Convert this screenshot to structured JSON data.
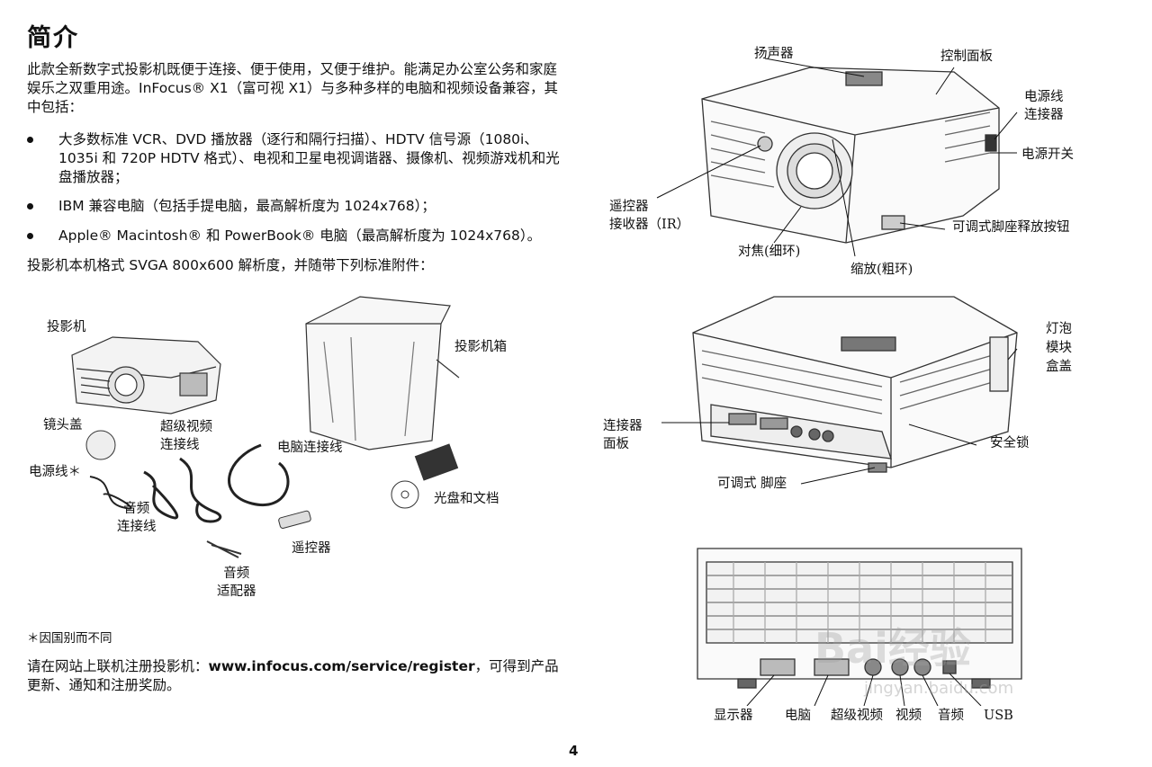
{
  "page": {
    "title": "简介",
    "intro": "此款全新数字式投影机既便于连接、便于使用，又便于维护。能满足办公室公务和家庭娱乐之双重用途。InFocus® X1（富可视 X1）与多种多样的电脑和视频设备兼容，其中包括：",
    "bullets": [
      "大多数标准 VCR、DVD 播放器（逐行和隔行扫描）、HDTV 信号源（1080i、1035i 和 720P HDTV 格式）、电视和卫星电视调谐器、摄像机、视频游戏机和光盘播放器；",
      "IBM 兼容电脑（包括手提电脑，最高解析度为 1024x768）；",
      "Apple® Macintosh® 和 PowerBook® 电脑（最高解析度为 1024x768）。"
    ],
    "resolution_line": "投影机本机格式 SVGA 800x600 解析度，并随带下列标准附件：",
    "footnote": "＊因国别而不同",
    "register_prefix": "请在网站上联机注册投影机：",
    "register_url": "www.infocus.com/service/register",
    "register_suffix": "，可得到产品更新、通知和注册奖励。",
    "page_number": "4"
  },
  "accessories": {
    "projector": "投影机",
    "case": "投影机箱",
    "lens_cap": "镜头盖",
    "svideo_cable": "超级视频\n连接线",
    "computer_cable": "电脑连接线",
    "power_cord": "电源线＊",
    "audio_cable": "音频\n连接线",
    "cd_docs": "光盘和文档",
    "remote": "遥控器",
    "audio_adapter": "音频\n适配器"
  },
  "front_view": {
    "speaker": "扬声器",
    "control_panel": "控制面板",
    "power_connector": "电源线\n连接器",
    "power_switch": "电源开关",
    "remote_receiver": "遥控器\n接收器（IR）",
    "elevator_release": "可调式脚座释放按钮",
    "focus": "对焦(细环)",
    "zoom": "缩放(粗环)"
  },
  "rear_view": {
    "lamp_cover": "灯泡\n模块\n盒盖",
    "connector_panel": "连接器\n面板",
    "security_lock": "安全锁",
    "adjustable_foot": "可调式 脚座"
  },
  "panel_view": {
    "monitor": "显示器",
    "computer": "电脑",
    "svideo": "超级视频",
    "video": "视频",
    "audio": "音频",
    "usb": "USB"
  },
  "watermark": {
    "text": "Bai经验",
    "sub": "jingyan.baidu.com"
  }
}
